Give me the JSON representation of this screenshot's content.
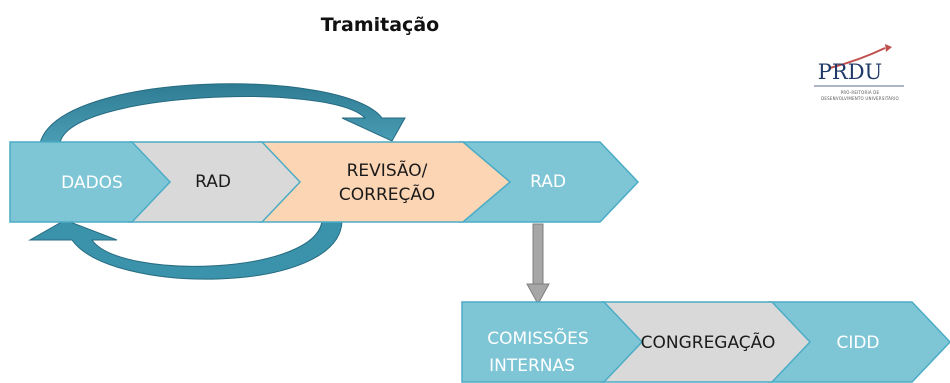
{
  "title": "Tramitação",
  "logo": {
    "name": "PRDU",
    "subtitle_line1": "PRÓ-REITORIA DE",
    "subtitle_line2": "DESENVOLVIMENTO UNIVERSITÁRIO"
  },
  "flow_top": [
    {
      "label": "DADOS",
      "color": "#7ec6d6"
    },
    {
      "label": "RAD",
      "color": "#d9d9d9"
    },
    {
      "label": [
        "REVISÃO/",
        "CORREÇÃO"
      ],
      "color": "#fcd5b4"
    },
    {
      "label": "RAD",
      "color": "#7ec6d6"
    }
  ],
  "flow_bottom": [
    {
      "label": [
        "COMISSÕES",
        "INTERNAS"
      ],
      "color": "#7ec6d6"
    },
    {
      "label": "CONGREGAÇÃO",
      "color": "#d9d9d9"
    },
    {
      "label": "CIDD",
      "color": "#7ec6d6"
    }
  ],
  "colors": {
    "cycle_arrow": "#31859c",
    "connector_arrow": "#a6a6a6",
    "chevron_border": "#4bacc6",
    "logo_accent": "#c0504d"
  }
}
